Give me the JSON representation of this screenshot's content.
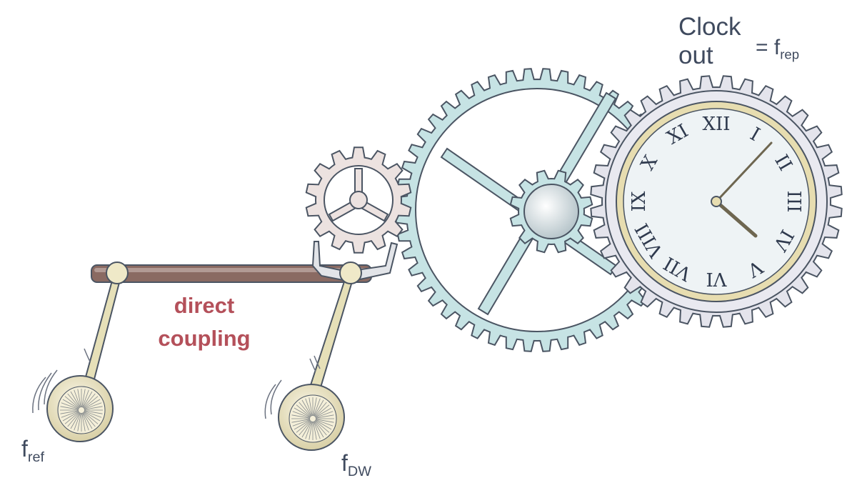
{
  "labels": {
    "clock_out": [
      "Clock",
      "out"
    ],
    "frep": {
      "prefix": "= f",
      "sub": "rep"
    },
    "fref": {
      "base": "f",
      "sub": "ref"
    },
    "fdw": {
      "base": "f",
      "sub": "DW"
    },
    "coupling": [
      "direct",
      "coupling"
    ]
  },
  "clock": {
    "numerals": [
      "XII",
      "I",
      "II",
      "III",
      "IV",
      "V",
      "VI",
      "VII",
      "VIII",
      "IX",
      "X",
      "XI"
    ]
  },
  "colors": {
    "text": "#3f4a5e",
    "coupling_text": "#b4505a",
    "big_gear": "#c6e3e4",
    "small_gear": "#ece2e0",
    "clock_gear": "#e4e4ec",
    "clock_face": "#eef3f5",
    "clock_rim": "#e7ddb0",
    "bar": "#8a6a62",
    "pendulum": "#efe9c8",
    "rod": "#e6e0b8",
    "stroke": "#4b5563"
  }
}
